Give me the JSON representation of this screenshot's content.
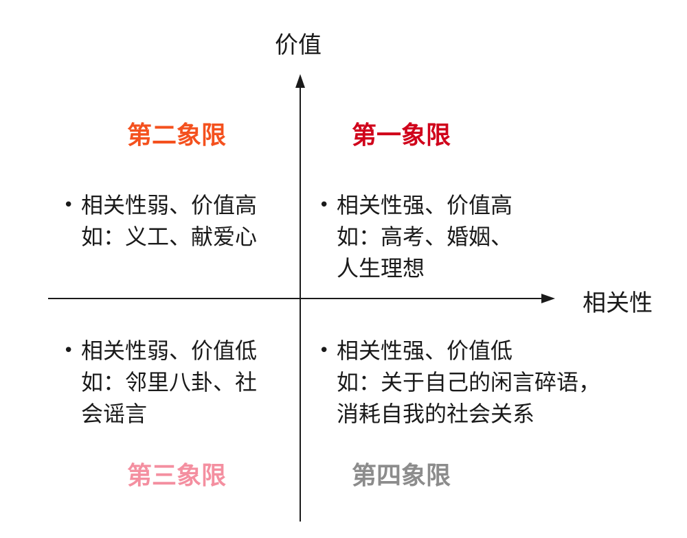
{
  "axes": {
    "y_label": "价值",
    "x_label": "相关性"
  },
  "quadrants": {
    "q1": {
      "title": "第一象限",
      "color": "#d0021b",
      "lines": [
        "相关性强、价值高",
        "如：高考、婚姻、",
        "人生理想"
      ]
    },
    "q2": {
      "title": "第二象限",
      "color": "#f4511e",
      "lines": [
        "相关性弱、价值高",
        "如：义工、献爱心"
      ]
    },
    "q3": {
      "title": "第三象限",
      "color": "#f48fa0",
      "lines": [
        "相关性弱、价值低",
        "如：邻里八卦、社",
        "会谣言"
      ]
    },
    "q4": {
      "title": "第四象限",
      "color": "#8c8c8c",
      "lines": [
        "相关性强、价值低",
        "如：关于自己的闲言碎语，",
        "消耗自我的社会关系"
      ]
    }
  },
  "bullet_symbol": "•"
}
